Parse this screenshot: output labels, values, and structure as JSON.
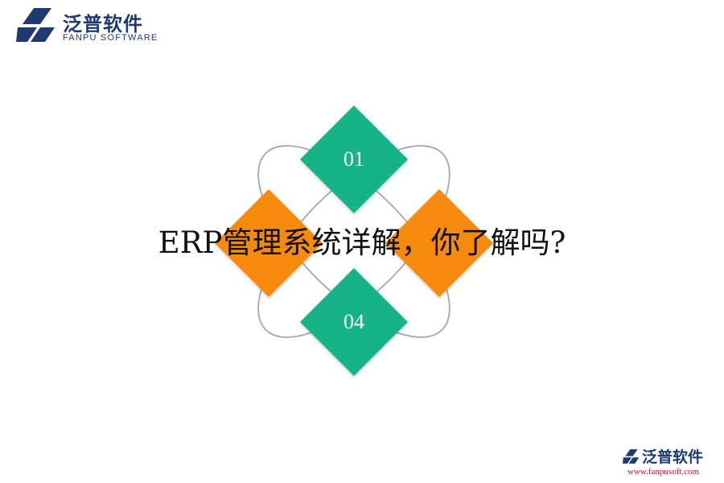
{
  "header": {
    "brand_cn": "泛普软件",
    "brand_en": "FANPU SOFTWARE"
  },
  "diagram": {
    "items": [
      {
        "label": "01",
        "color": "#17b38b"
      },
      {
        "label": "",
        "color": "#f58a07"
      },
      {
        "label": "",
        "color": "#f58a07"
      },
      {
        "label": "04",
        "color": "#17b38b"
      }
    ],
    "ring_color": "#a6a6a6"
  },
  "headline": "ERP管理系统详解，你了解吗?",
  "footer": {
    "brand_cn": "泛普软件",
    "url": "www.fanpusoft.com"
  },
  "colors": {
    "brand": "#1f3a70",
    "accent_red": "#c8102e"
  }
}
